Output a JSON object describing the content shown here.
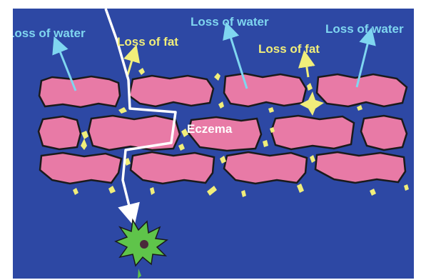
{
  "labels": {
    "loss_of_water_1": "Loss of water",
    "loss_of_water_2": "Loss of water",
    "loss_of_water_3": "Loss of water",
    "loss_of_fat_1": "Loss of fat",
    "loss_of_fat_2": "Loss of fat",
    "eczema": "Eczema"
  },
  "colors": {
    "background": "#2d48a4",
    "cells": "#e87aa6",
    "water_arrows": "#7fd6f0",
    "fat": "#f1ee7a",
    "crack": "#ffffff",
    "allergen": "#5fc44a"
  },
  "icons": {
    "allergen": "allergen-icon"
  }
}
